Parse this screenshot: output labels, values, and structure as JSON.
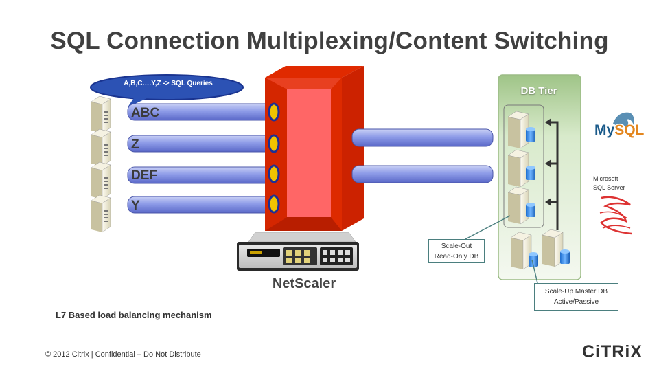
{
  "title": "SQL Connection Multiplexing/Content Switching",
  "bubble_text": "A,B,C….Y,Z -> SQL Queries",
  "pipes": [
    {
      "label": "ABC"
    },
    {
      "label": "Z"
    },
    {
      "label": "DEF"
    },
    {
      "label": "Y"
    }
  ],
  "db_tier_label": "DB Tier",
  "netscaler_label": "NetScaler",
  "scale_out_note": {
    "line1": "Scale-Out",
    "line2": "Read-Only DB"
  },
  "scale_up_note": {
    "line1": "Scale-Up Master DB",
    "line2": "Active/Passive"
  },
  "mysql_logo": {
    "text_blue": "My",
    "text_orange": "SQL",
    "icon": "dolphin-icon"
  },
  "mssql_label": {
    "line1": "Microsoft",
    "line2": "SQL Server",
    "icon": "sql-server-logo-icon"
  },
  "l7_label": "L7 Based load balancing mechanism",
  "footer": "© 2012 Citrix | Confidential – Do Not Distribute",
  "citrix_logo": "CiTRiX",
  "colors": {
    "title": "#404040",
    "pipe": "#8e9ce8",
    "netscaler_front": "#ff6666",
    "netscaler_side": "#cc2200",
    "bubble": "#2c52b4",
    "db_tier": "#b8d6a0",
    "oval_ring": "#1c2f96",
    "oval_fill": "#f0c400"
  }
}
